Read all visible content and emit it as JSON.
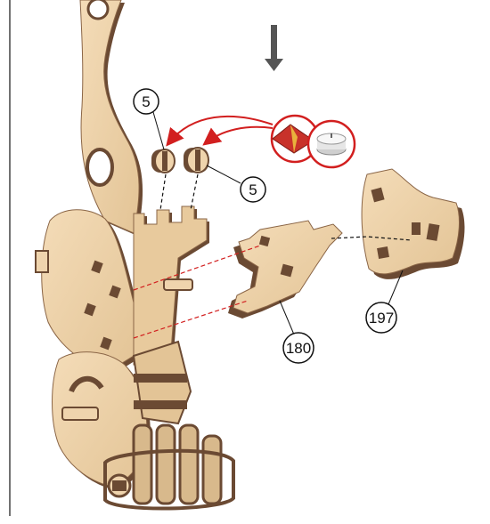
{
  "callouts": [
    {
      "id": "part-5-top",
      "label": "5"
    },
    {
      "id": "part-5-right",
      "label": "5"
    },
    {
      "id": "part-197",
      "label": "197"
    },
    {
      "id": "part-180",
      "label": "180"
    }
  ],
  "colors": {
    "wood_face": "#efd4ad",
    "wood_face_dark": "#d8b98c",
    "wood_edge": "#6b4a33",
    "glue_arrow": "#d21f1f",
    "move_arrow": "#555555",
    "dashed_guide_black": "#111111",
    "dashed_guide_red": "#d21f1f",
    "page_rule": "#444444"
  },
  "icons": [
    "glue-applicator-icon",
    "tealight-candle-icon",
    "down-arrow-icon"
  ]
}
